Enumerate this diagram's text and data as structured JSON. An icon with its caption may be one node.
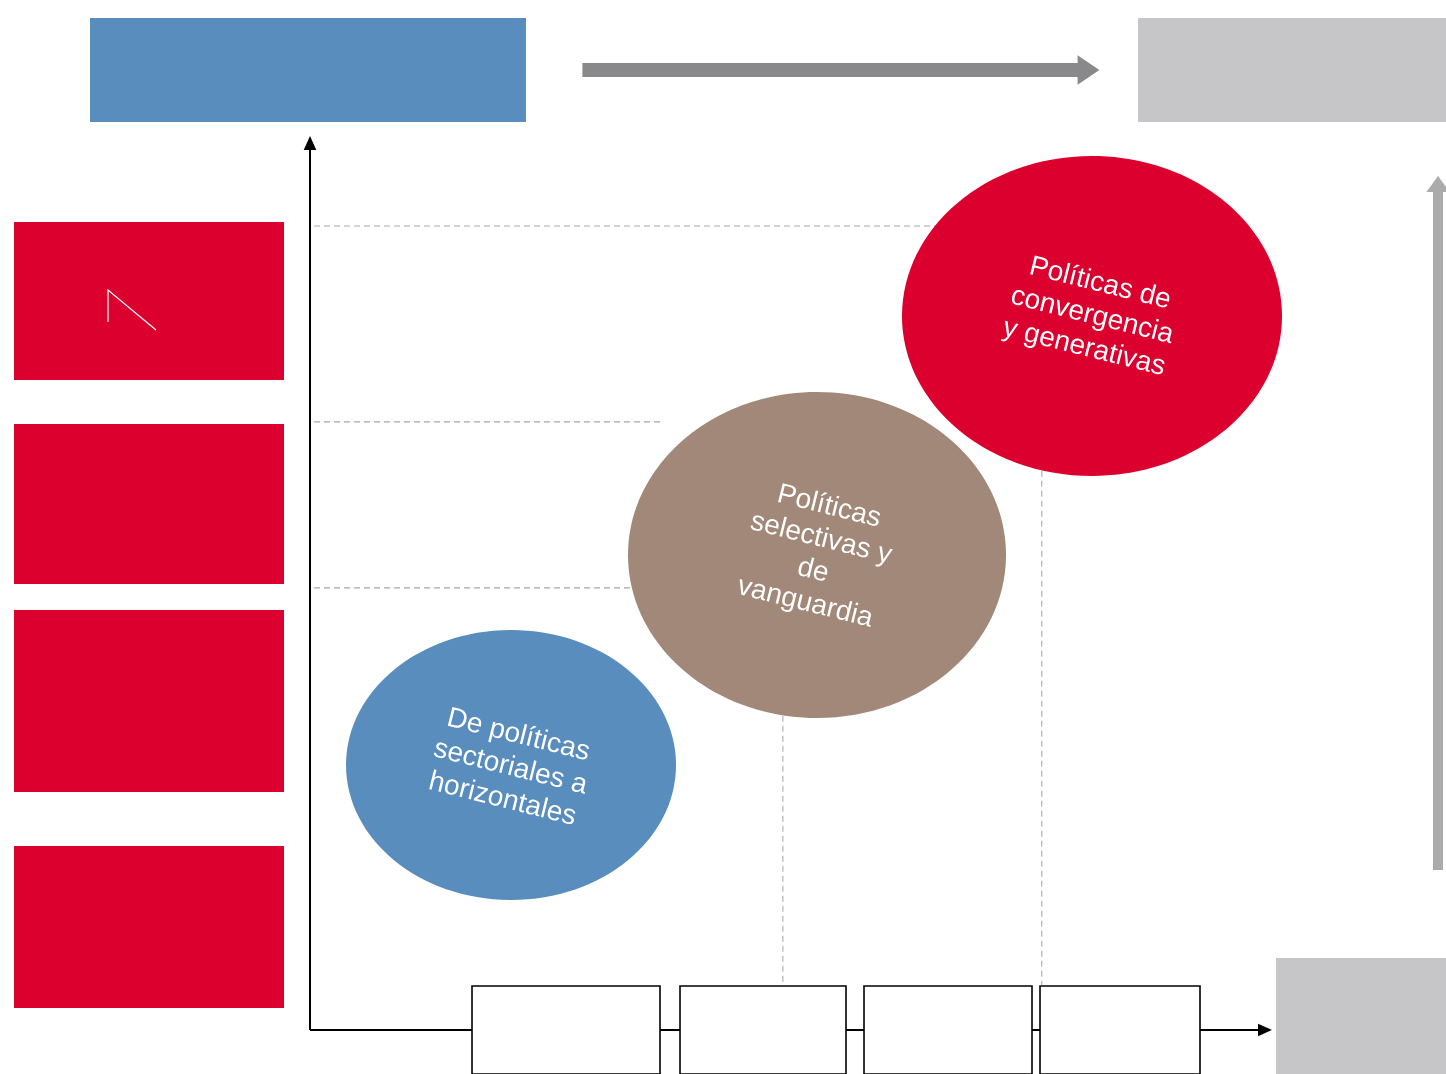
{
  "diagram": {
    "nodes": [
      {
        "text": [],
        "shape": "box"
      },
      {
        "text": [],
        "shape": "box"
      },
      {
        "text": [],
        "shape": "box"
      },
      {
        "text": [],
        "shape": "box"
      },
      {
        "text": [],
        "shape": "box"
      },
      {
        "text": [],
        "shape": "box"
      },
      {
        "text": [
          "Políticas de convergencia y generativas"
        ]
      },
      {
        "text": [
          "Políticas selectivas y de vanguardia"
        ]
      },
      {
        "text": [
          "De políticas sectoriales a horizontales"
        ]
      },
      {
        "text": [],
        "shape": "box"
      },
      {
        "text": [],
        "shape": "box"
      },
      {
        "text": [],
        "shape": "box"
      },
      {
        "text": [],
        "shape": "box"
      },
      {
        "text": [],
        "shape": "box"
      }
    ],
    "edges": [
      {
        "from": 0,
        "to": 1,
        "arrow": "to",
        "style": "thick"
      },
      {
        "from": 7,
        "to": 10,
        "arrow": "none",
        "style": "dashed"
      },
      {
        "from": 6,
        "to": 12,
        "arrow": "none",
        "style": "dashed"
      }
    ]
  }
}
